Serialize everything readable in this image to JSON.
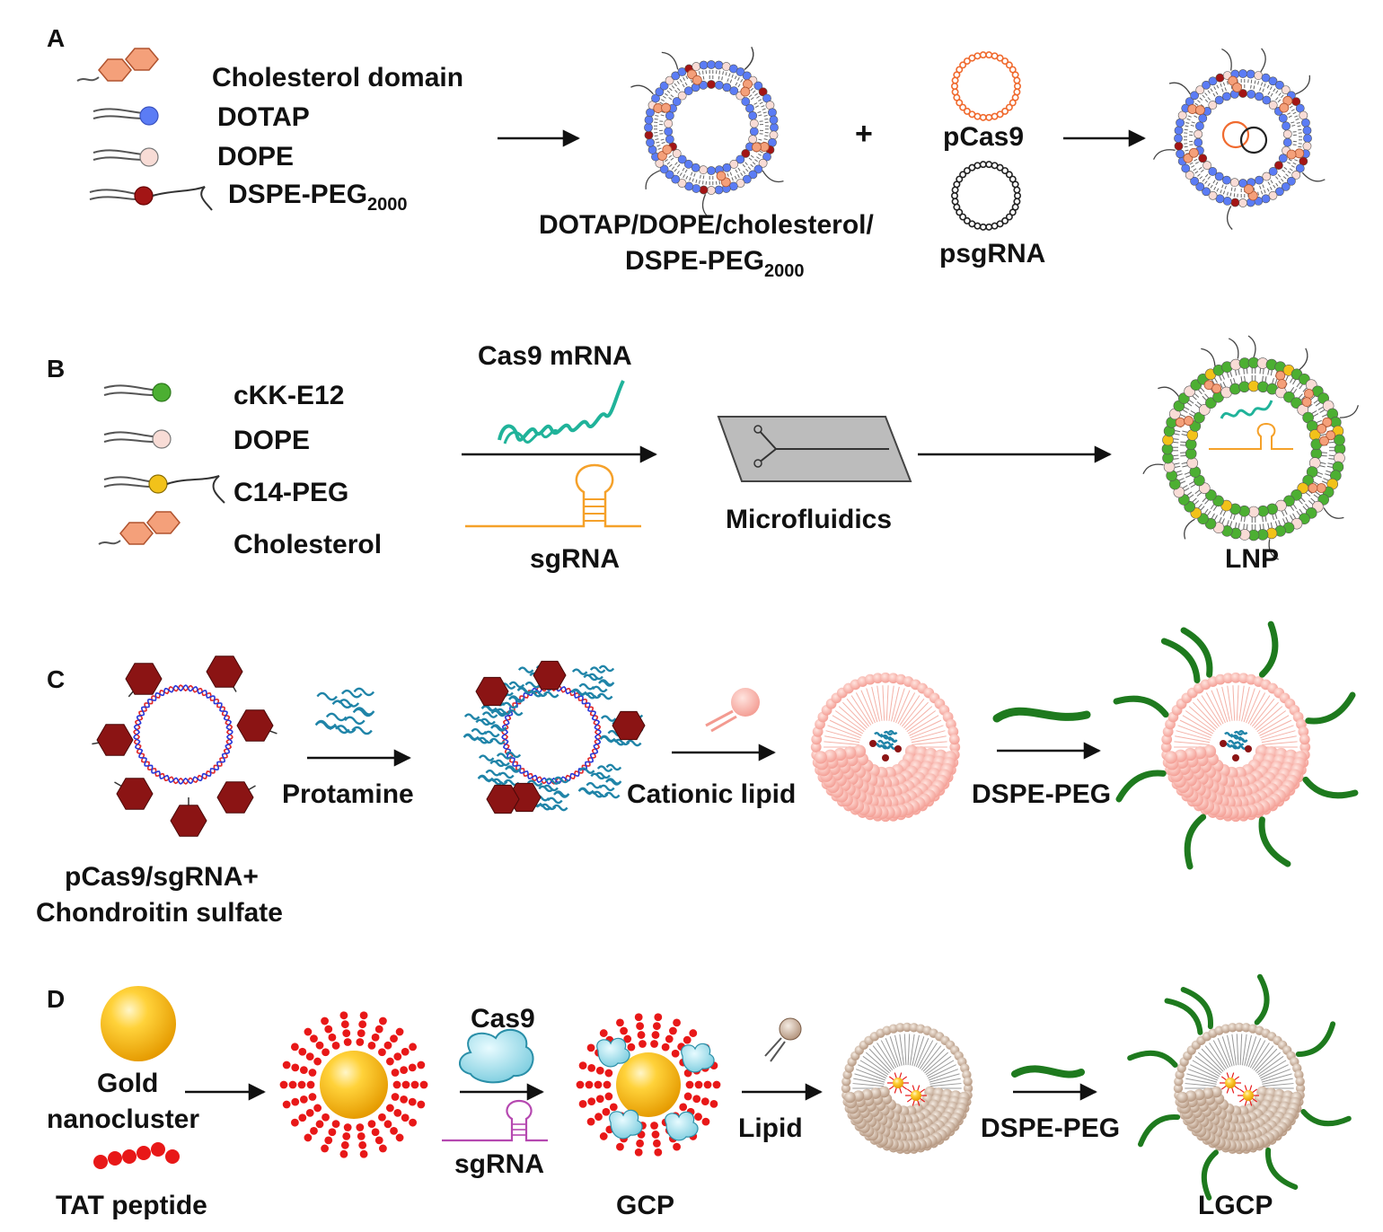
{
  "panels": {
    "a": {
      "letter": "A",
      "legend": [
        {
          "label": "Cholesterol domain",
          "icon": "cholesterol"
        },
        {
          "label": "DOTAP",
          "icon": "lipid-blue"
        },
        {
          "label": "DOPE",
          "icon": "lipid-pink"
        },
        {
          "label_main": "DSPE-PEG",
          "label_sub": "2000",
          "icon": "lipid-peg"
        }
      ],
      "liposome_label_line1": "DOTAP/DOPE/cholesterol/",
      "liposome_label_line2_main": "DSPE-PEG",
      "liposome_label_line2_sub": "2000",
      "plus": "+",
      "plasmid1": "pCas9",
      "plasmid2": "psgRNA"
    },
    "b": {
      "letter": "B",
      "legend": [
        "cKK-E12",
        "DOPE",
        "C14-PEG",
        "Cholesterol"
      ],
      "mrna_label": "Cas9 mRNA",
      "sgrna_label": "sgRNA",
      "device_label": "Microfluidics",
      "product_label": "LNP"
    },
    "c": {
      "letter": "C",
      "start_label_line1": "pCas9/sgRNA+",
      "start_label_line2": "Chondroitin sulfate",
      "step1": "Protamine",
      "step2": "Cationic lipid",
      "step3": "DSPE-PEG"
    },
    "d": {
      "letter": "D",
      "gold_label_line1": "Gold",
      "gold_label_line2": "nanocluster",
      "peptide_label": "TAT peptide",
      "cas9_label": "Cas9",
      "sgrna_label": "sgRNA",
      "gcp_label": "GCP",
      "lipid_label": "Lipid",
      "peg_label": "DSPE-PEG",
      "product_label": "LGCP"
    }
  },
  "colors": {
    "dotap": "#5b7cf5",
    "dope": "#f8dcd6",
    "peg_dspe": "#a31515",
    "cholesterol": "#f4a07a",
    "ckk": "#4caf32",
    "c14peg": "#f2c21a",
    "pcas9": "#f06a2e",
    "mrna": "#20b39a",
    "sgrna_orange": "#f5a12a",
    "sgrna_purple": "#b548b0",
    "protamine": "#1f84a8",
    "chondroitin": "#8b1414",
    "lipid_pink": "#f7b7ae",
    "peg_green": "#1e7a1e",
    "gold": "#f5b800",
    "tat": "#e81818",
    "cas9": "#8fd7e6",
    "lipid_tan": "#c9ae98"
  }
}
